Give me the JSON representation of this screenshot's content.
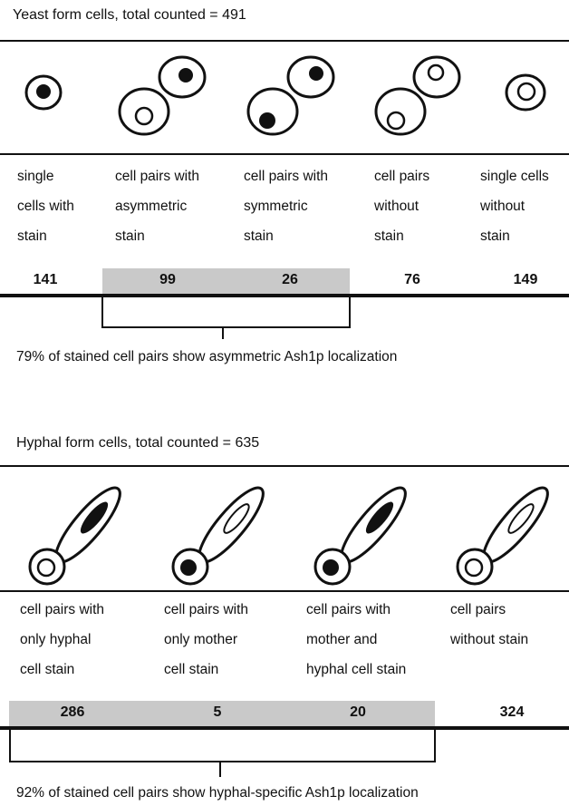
{
  "yeast": {
    "title": "Yeast form cells, total counted  = 491",
    "categories": [
      {
        "line1": "single",
        "line2": "cells with",
        "line3": "stain",
        "count": "141"
      },
      {
        "line1": "cell pairs with",
        "line2": "asymmetric",
        "line3": "stain",
        "count": "99"
      },
      {
        "line1": "cell pairs with",
        "line2": "symmetric",
        "line3": "stain",
        "count": "26"
      },
      {
        "line1": "cell pairs",
        "line2": "without",
        "line3": "stain",
        "count": "76"
      },
      {
        "line1": "single cells",
        "line2": "without",
        "line3": "stain",
        "count": "149"
      }
    ],
    "caption": "79% of stained cell pairs show asymmetric Ash1p localization"
  },
  "hyphal": {
    "title": "Hyphal form cells, total counted = 635",
    "categories": [
      {
        "line1": "cell pairs with",
        "line2": "only hyphal",
        "line3": "cell stain",
        "count": "286"
      },
      {
        "line1": "cell pairs with",
        "line2": "only mother",
        "line3": "cell stain",
        "count": "5"
      },
      {
        "line1": "cell pairs with",
        "line2": "mother and",
        "line3": "hyphal cell stain",
        "count": "20"
      },
      {
        "line1": "cell pairs",
        "line2": "without stain",
        "line3": "",
        "count": "324"
      }
    ],
    "caption": "92% of stained cell pairs show hyphal-specific Ash1p localization"
  },
  "colors": {
    "shading": "#c9c9c9",
    "ink": "#111111"
  }
}
